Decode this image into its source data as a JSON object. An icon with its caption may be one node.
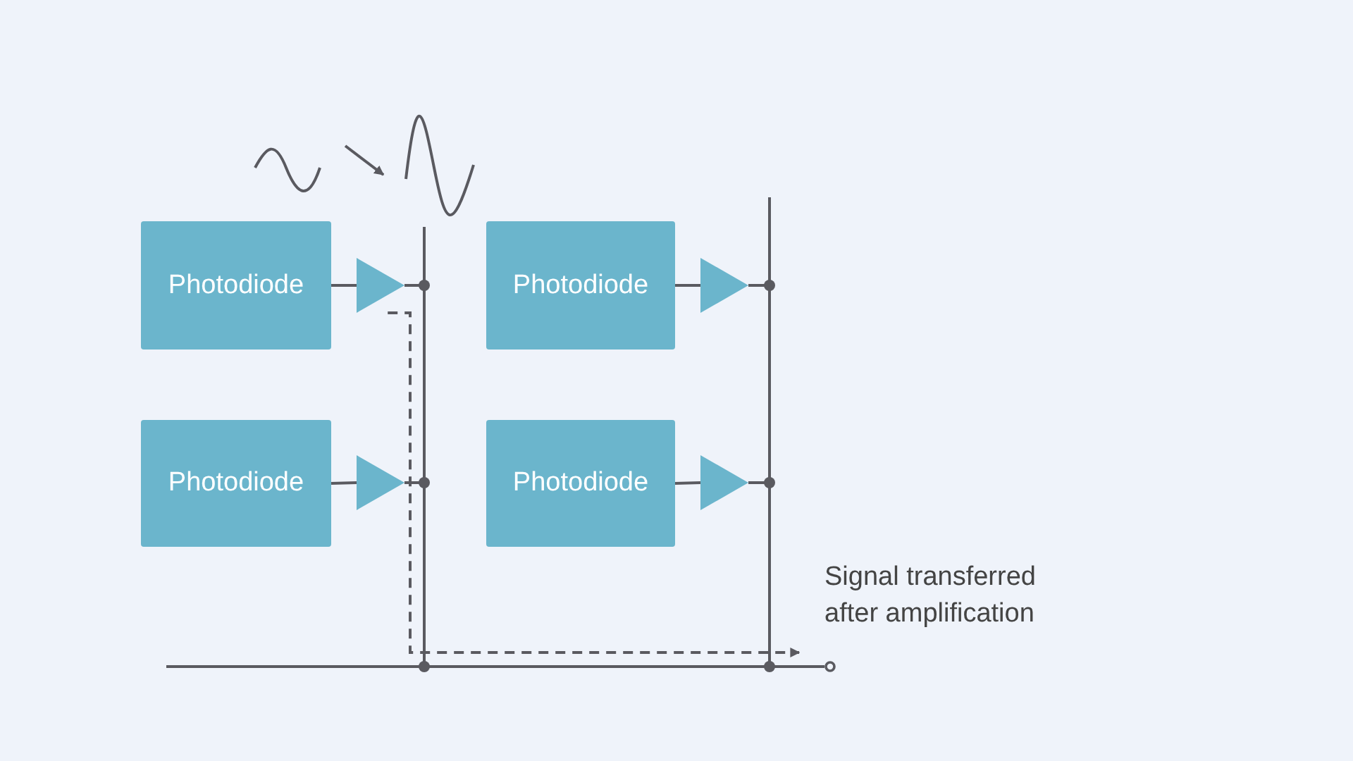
{
  "diagram": {
    "nodes": [
      {
        "text": [],
        "shape": "wave"
      },
      {
        "text": [],
        "shape": "wave"
      },
      {
        "text": [
          "Photodiode"
        ]
      },
      {
        "text": [],
        "shape": "triangle"
      },
      {
        "text": [
          "Photodiode"
        ]
      },
      {
        "text": [],
        "shape": "triangle"
      },
      {
        "text": [
          "Photodiode"
        ]
      },
      {
        "text": [],
        "shape": "triangle"
      },
      {
        "text": [
          "Photodiode"
        ]
      },
      {
        "text": [],
        "shape": "triangle"
      },
      {
        "text": [],
        "shape": "circle"
      }
    ],
    "edges": [
      {
        "from": 0,
        "to": 1,
        "arrow": "to"
      },
      {
        "from": 2,
        "to": 3,
        "arrow": "none"
      },
      {
        "from": 4,
        "to": 5,
        "arrow": "none"
      },
      {
        "from": 6,
        "to": 7,
        "arrow": "none"
      },
      {
        "from": 8,
        "to": 9,
        "arrow": "none"
      },
      {
        "from": 3,
        "to": 10,
        "arrow": "none"
      },
      {
        "from": 5,
        "to": 10,
        "arrow": "none"
      },
      {
        "from": 7,
        "to": 10,
        "arrow": "none"
      },
      {
        "from": 9,
        "to": 10,
        "arrow": "none"
      },
      {
        "from": 3,
        "to": 10,
        "arrow": "to",
        "style": "dashed"
      }
    ],
    "labels": [
      "Signal transferred after amplification"
    ]
  }
}
